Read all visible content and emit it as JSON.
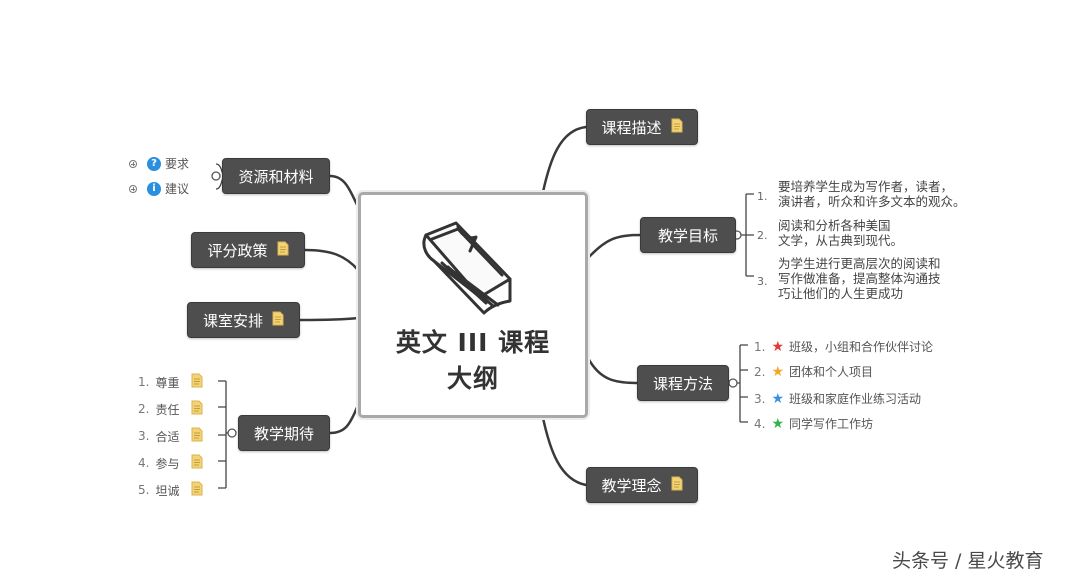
{
  "central": {
    "title_line1": "英文 III 课程",
    "title_line2": "大纲",
    "icon": "book-icon"
  },
  "nodes": {
    "course_description": "课程描述",
    "teaching_goals": "教学目标",
    "course_methods": "课程方法",
    "teaching_philosophy": "教学理念",
    "resources": "资源和材料",
    "grading_policy": "评分政策",
    "classroom_arrangement": "课室安排",
    "teaching_expectations": "教学期待"
  },
  "resources_children": [
    {
      "icon": "question-icon",
      "label": "要求"
    },
    {
      "icon": "info-icon",
      "label": "建议"
    }
  ],
  "goals": [
    {
      "num": "1.",
      "line1": "要培养学生成为写作者，读者，",
      "line2": "演讲者，听众和许多文本的观众。",
      "line3": ""
    },
    {
      "num": "2.",
      "line1": "阅读和分析各种美国",
      "line2": "文学，从古典到现代。",
      "line3": ""
    },
    {
      "num": "3.",
      "line1": "为学生进行更高层次的阅读和",
      "line2": "写作做准备，提高整体沟通技",
      "line3": "巧让他们的人生更成功"
    }
  ],
  "methods": [
    {
      "num": "1.",
      "star_color": "#e53935",
      "label": "班级，小组和合作伙伴讨论"
    },
    {
      "num": "2.",
      "star_color": "#f5a623",
      "label": "团体和个人项目"
    },
    {
      "num": "3.",
      "star_color": "#3f8ee0",
      "label": "班级和家庭作业练习活动"
    },
    {
      "num": "4.",
      "star_color": "#2fb34a",
      "label": "同学写作工作坊"
    }
  ],
  "expectations": [
    {
      "num": "1.",
      "label": "尊重"
    },
    {
      "num": "2.",
      "label": "责任"
    },
    {
      "num": "3.",
      "label": "合适"
    },
    {
      "num": "4.",
      "label": "参与"
    },
    {
      "num": "5.",
      "label": "坦诚"
    }
  ],
  "watermark": "头条号 / 星火教育",
  "colors": {
    "node_bg": "#4e4e4e",
    "line": "#3a3a3a",
    "doc_icon": "#f3d27a"
  }
}
